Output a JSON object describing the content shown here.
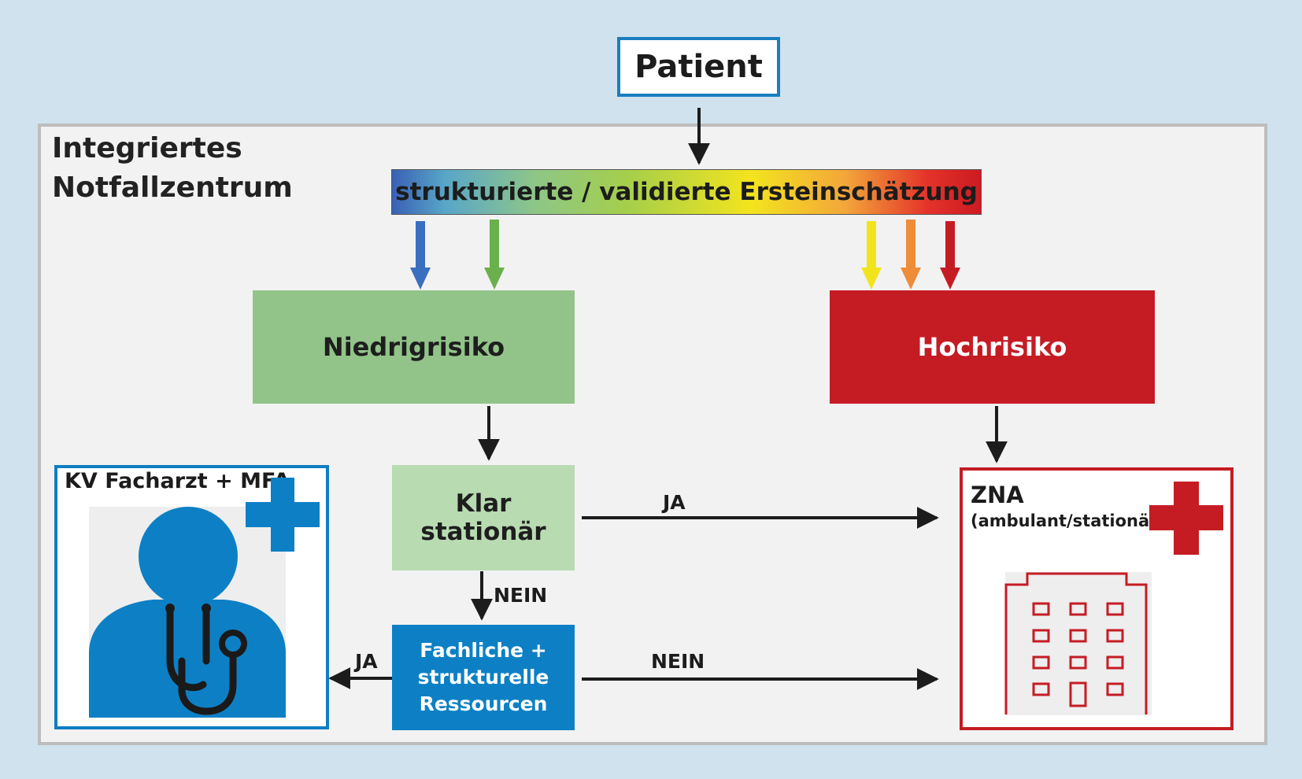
{
  "nodes": {
    "patient": "Patient",
    "center_title": "Integriertes Notfallzentrum",
    "triage": "strukturierte / validierte Ersteinschätzung",
    "low_risk": "Niedrigrisiko",
    "high_risk": "Hochrisiko",
    "clearly_inpatient": "Klar stationär",
    "resources": "Fachliche + strukturelle Ressourcen",
    "kv": "KV Facharzt + MFA",
    "zna_title": "ZNA",
    "zna_subtitle": "(ambulant/stationär)"
  },
  "edges": {
    "ja_top": "JA",
    "nein_down": "NEIN",
    "ja_left": "JA",
    "nein_right": "NEIN"
  },
  "triage_arrow_colors": [
    "#3a6fbf",
    "#6ab04c",
    "#f2e41c",
    "#ef8c3a",
    "#c51c24"
  ],
  "icons": {
    "kv_cross": "medical-cross-blue",
    "kv_figure": "doctor-with-stethoscope",
    "zna_cross": "medical-cross-red",
    "zna_building": "hospital-building"
  },
  "colors": {
    "blue": "#0d80c5",
    "red": "#c51c24",
    "green": "#92c489",
    "light_green": "#b8dbb2"
  }
}
